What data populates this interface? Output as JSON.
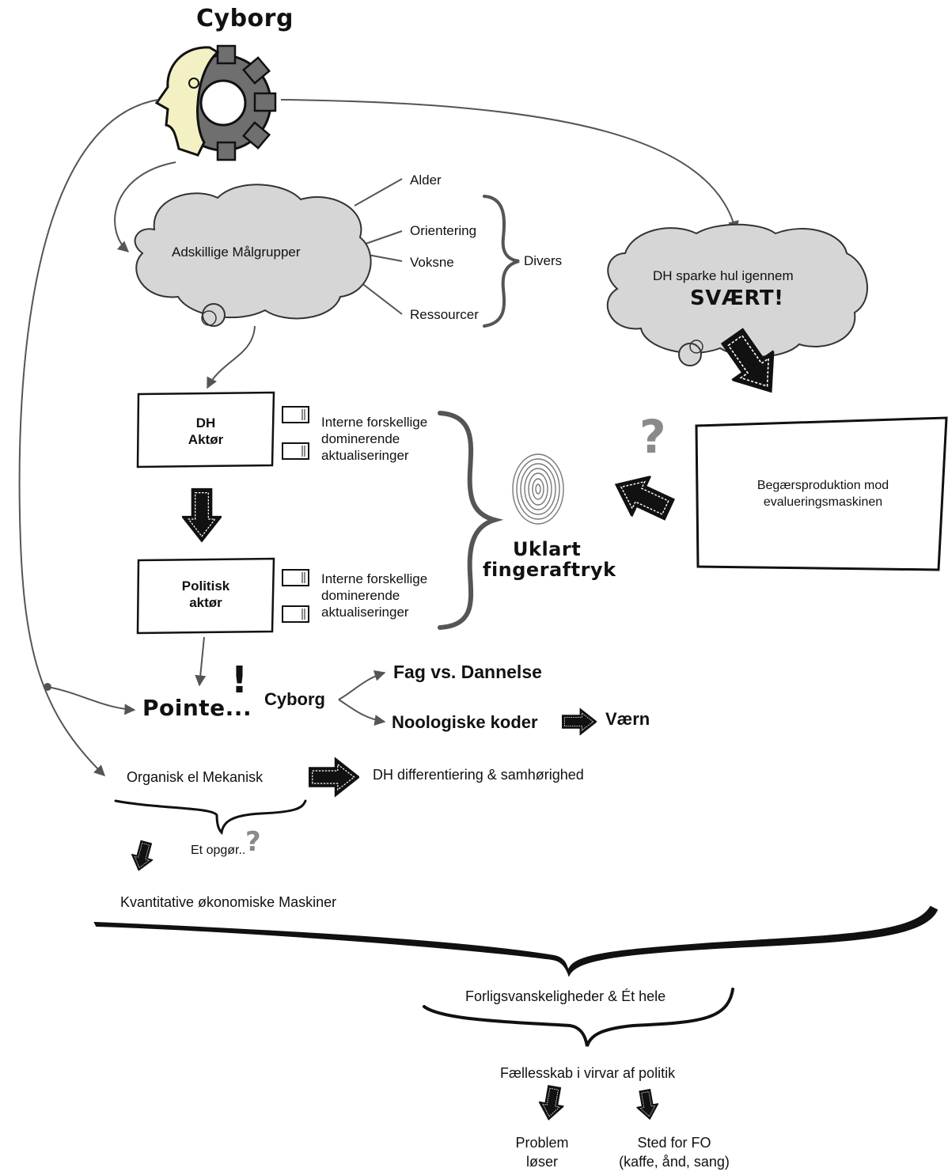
{
  "diagram": {
    "cyborg_title": "Cyborg",
    "cloud_left": "Adskillige Målgrupper",
    "attributes": [
      "Alder",
      "Orientering",
      "Voksne",
      "Ressourcer"
    ],
    "attributes_group": "Divers",
    "cloud_right_line1": "DH sparke hul igennem",
    "cloud_right_line2": "SVÆRT!",
    "box_dh": {
      "line1": "DH",
      "line2": "Aktør"
    },
    "box_politisk": {
      "line1": "Politisk",
      "line2": "aktør"
    },
    "note_dh": [
      "Interne forskellige",
      "dominerende",
      "aktualiseringer"
    ],
    "note_politisk": [
      "Interne forskellige",
      "dominerende",
      "aktualiseringer"
    ],
    "fingerprint_caption": [
      "Uklart",
      "fingeraftryk"
    ],
    "box_right": [
      "Begærsproduktion mod",
      "evalueringsmaskinen"
    ],
    "question_mark": "?",
    "pointe": "Pointe...",
    "exclamation": "!",
    "cyborg_label": "Cyborg",
    "fag": "Fag vs. Dannelse",
    "noologiske": "Noologiske koder",
    "vaern": "Værn",
    "organisk": "Organisk el Mekanisk",
    "dh_diff": "DH differentiering & samhørighed",
    "opgor": "Et opgør..",
    "kvantitative": "Kvantitative økonomiske Maskiner",
    "forligs": "Forligsvanskeligheder & Ét hele",
    "faellesskab": "Fællesskab i virvar af politik",
    "problem": [
      "Problem",
      "løser"
    ],
    "sted": [
      "Sted for FO",
      "(kaffe, ånd, sang)"
    ]
  },
  "colors": {
    "line": "#555555",
    "ink": "#111111",
    "face": "#f3f1c4",
    "gear": "#6f6f6f",
    "cloud": "#d6d6d6",
    "question_gray": "#8a8a8a"
  }
}
